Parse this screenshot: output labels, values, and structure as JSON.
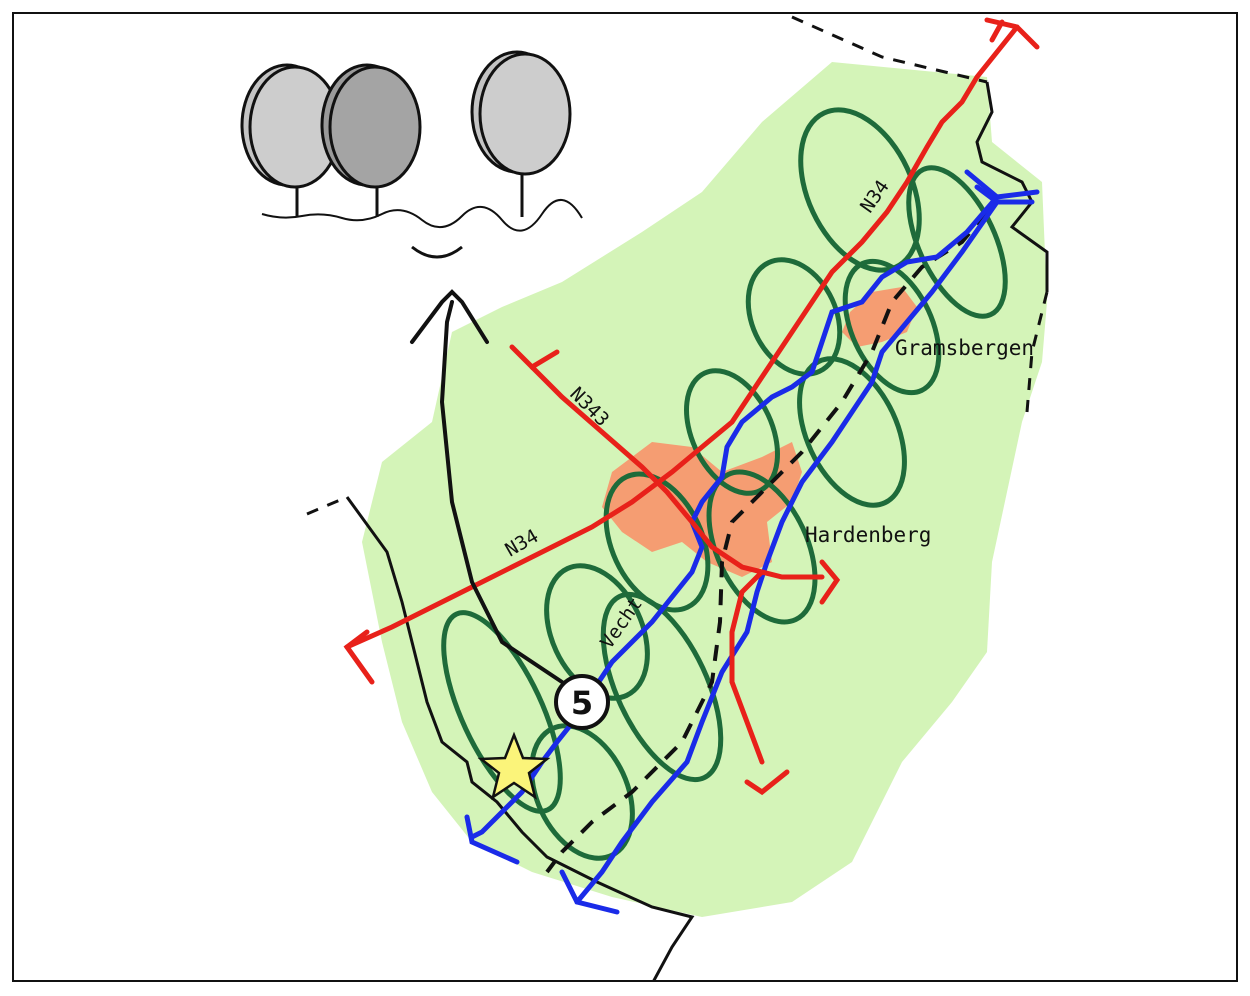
{
  "map": {
    "labels": {
      "town_1": "Gramsbergen",
      "town_2": "Hardenberg",
      "road_main_upper": "N34",
      "road_main_lower": "N34",
      "road_branch": "N343",
      "river": "Vecht"
    },
    "viewpoint_marker": "5",
    "colors": {
      "region_fill": "#d4f4b8",
      "town_fill": "#f59d72",
      "road": "#e8211a",
      "river": "#1a2be8",
      "loops": "#1e6b3a",
      "boundary": "#111111",
      "star": "#fbf47a"
    },
    "icons": {
      "trees": "trees-icon",
      "star": "star-icon",
      "viewer": "viewpoint-icon"
    }
  }
}
